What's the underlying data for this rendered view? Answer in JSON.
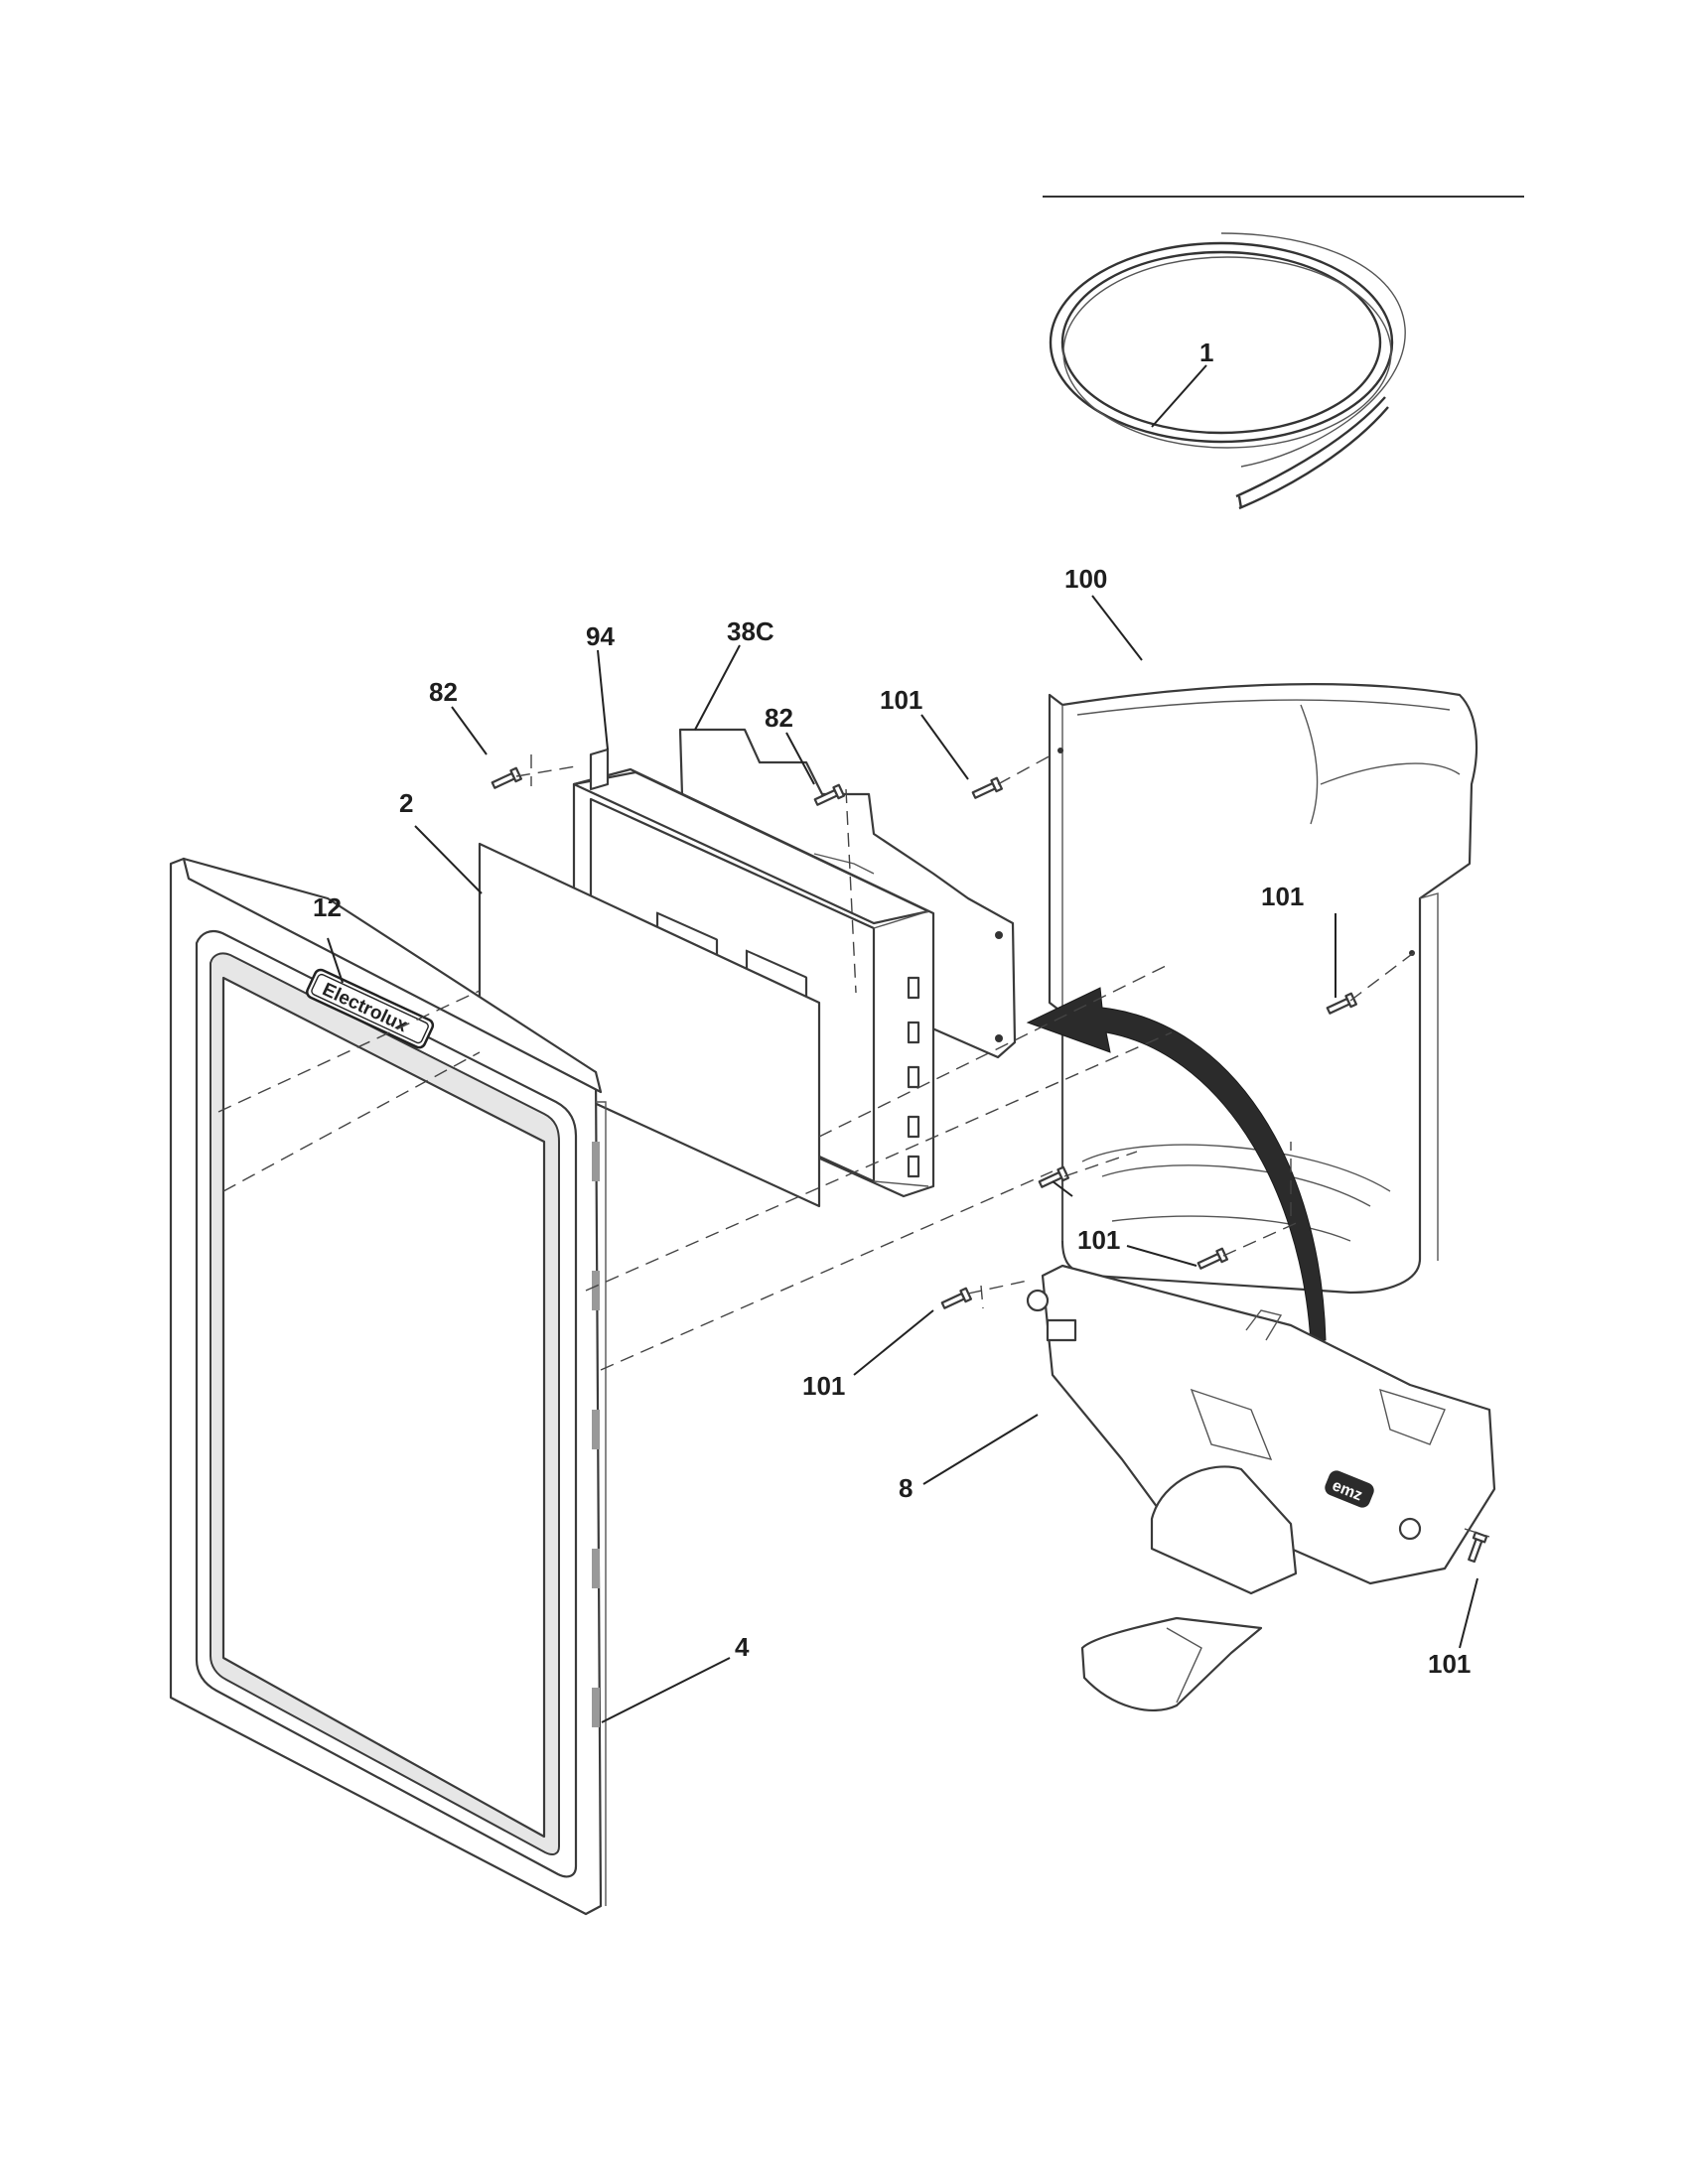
{
  "brand_label": "Electrolux",
  "module_badge": "emz",
  "callouts": {
    "c1": "1",
    "c100": "100",
    "c94": "94",
    "c38c": "38C",
    "c82_left": "82",
    "c82_mid": "82",
    "c101_top": "101",
    "c101_right": "101",
    "c101_lower": "101",
    "c101_left": "101",
    "c101_bottom": "101",
    "c2": "2",
    "c12": "12",
    "c4": "4",
    "c8": "8"
  }
}
